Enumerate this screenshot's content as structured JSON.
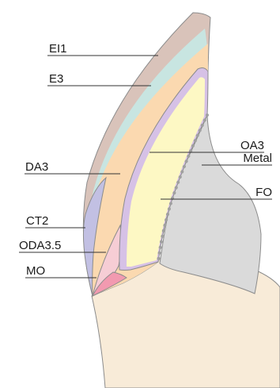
{
  "labels": {
    "ei1": "EI1",
    "e3": "E3",
    "oa3": "OA3",
    "da3": "DA3",
    "metal": "Metal",
    "fo": "FO",
    "ct2": "CT2",
    "oda35": "ODA3.5",
    "mo": "MO"
  },
  "colors": {
    "gingiva": "#f8ebd8",
    "enamel_ei1": "#d9c3ba",
    "enamel_e3": "#c8e5e1",
    "dentin_da3": "#fbd9b0",
    "opaque_oa3": "#d6c1e6",
    "fluorescent_fo": "#fdf8c4",
    "metal": "#dadada",
    "cervical_ct2": "#c2c0e3",
    "opaque_dentin_oda35": "#f6cdd5",
    "margin_mo": "#f29ab0",
    "outline": "#8c8c8c"
  }
}
